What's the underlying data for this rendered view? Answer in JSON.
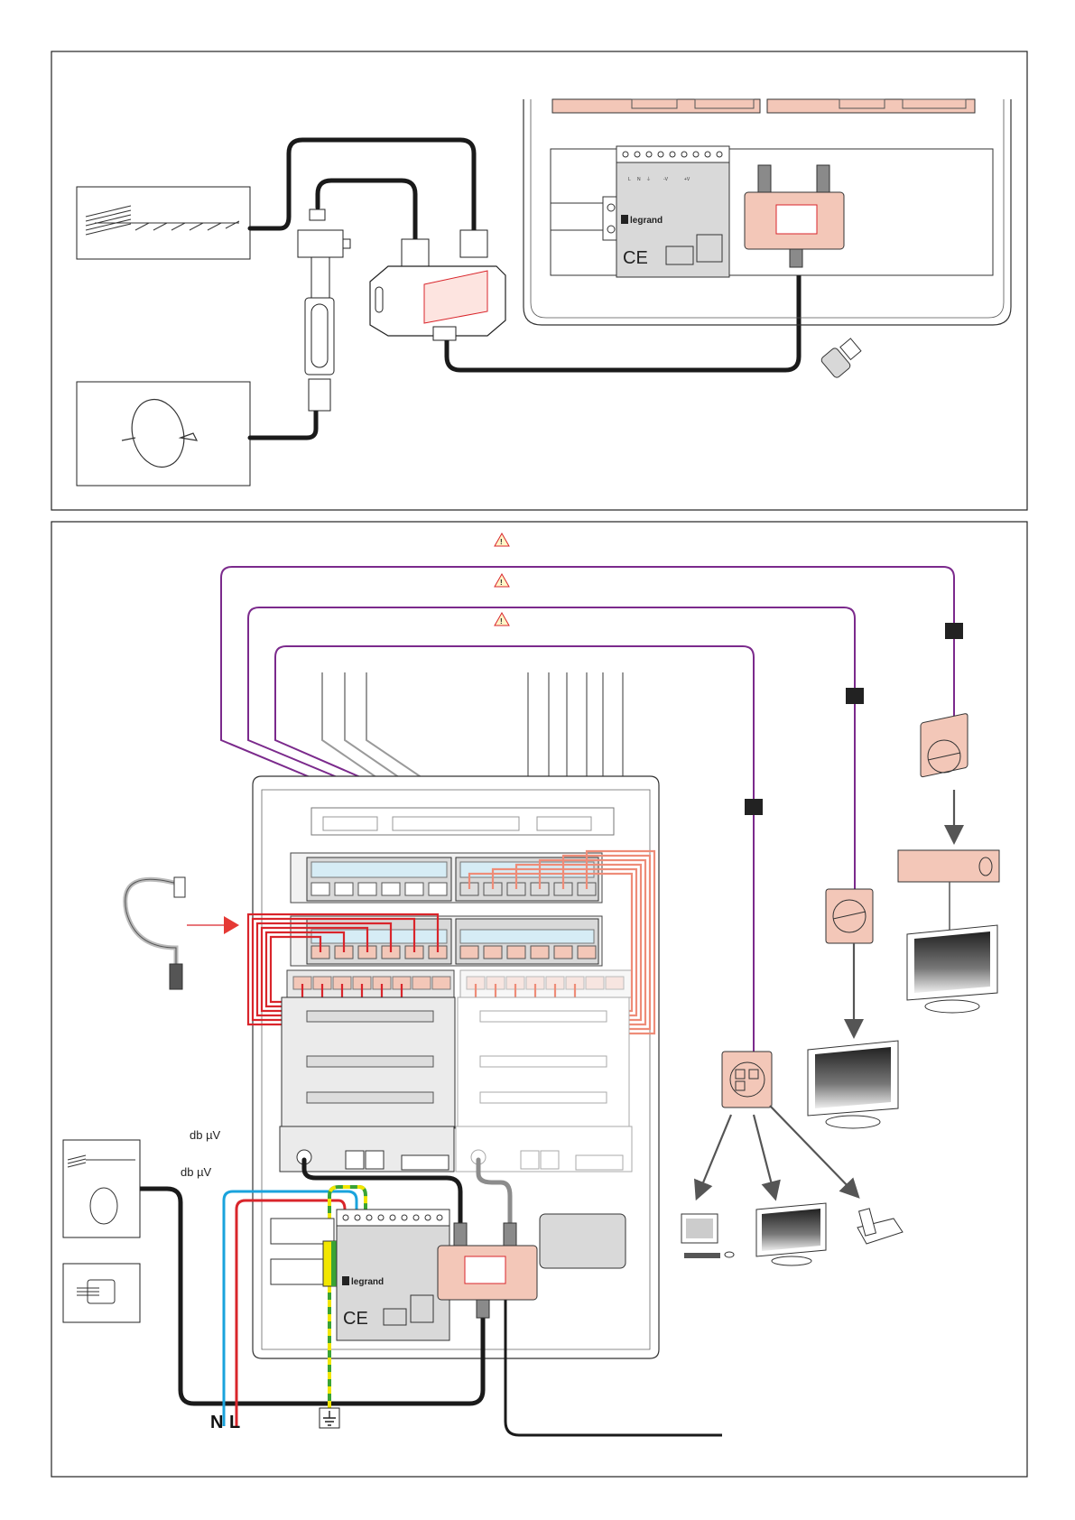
{
  "figure": {
    "top_panel": {
      "device_brand": "legrand",
      "terminal_labels": [
        "L",
        "N",
        "⏚",
        "-V",
        "+V"
      ],
      "ce_mark": "CE"
    },
    "bottom_panel": {
      "signal_labels": [
        "db µV",
        "db µV"
      ],
      "power_labels": {
        "neutral": "N",
        "live": "L"
      },
      "device_brand": "legrand",
      "ce_mark": "CE",
      "warning_symbols": [
        "warning",
        "warning",
        "warning"
      ]
    },
    "colors": {
      "neutral_wire": "#1aa3dc",
      "live_wire": "#d9252b",
      "earth_wire_primary": "#3aa335",
      "earth_wire_secondary": "#f2e600",
      "data_cable": "#7b2a8c",
      "patch_cord_red": "#d9252b",
      "patch_cord_salmon": "#ee8c78",
      "component_pink": "#f3c7b8"
    }
  }
}
